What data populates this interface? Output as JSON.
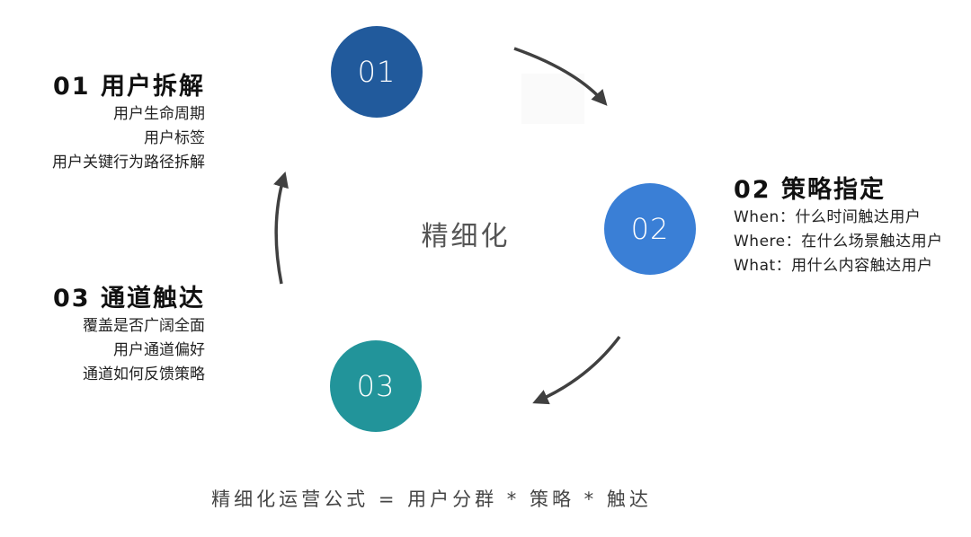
{
  "colors": {
    "node_01": "#215a9c",
    "node_02": "#3a7fd6",
    "node_03": "#22949a",
    "arrow": "#404040"
  },
  "nodes": [
    {
      "label": "01"
    },
    {
      "label": "02"
    },
    {
      "label": "03"
    }
  ],
  "center_label": "精细化",
  "blocks": {
    "user_breakdown": {
      "title": "01 用户拆解",
      "items": [
        "用户生命周期",
        "用户标签",
        "用户关键行为路径拆解"
      ]
    },
    "strategy": {
      "title": "02 策略指定",
      "items": [
        "When：什么时间触达用户",
        "Where：在什么场景触达用户",
        "What：用什么内容触达用户"
      ]
    },
    "channel": {
      "title": "03 通道触达",
      "items": [
        "覆盖是否广阔全面",
        "用户通道偏好",
        "通道如何反馈策略"
      ]
    }
  },
  "formula": "精细化运营公式 = 用户分群 * 策略 * 触达"
}
